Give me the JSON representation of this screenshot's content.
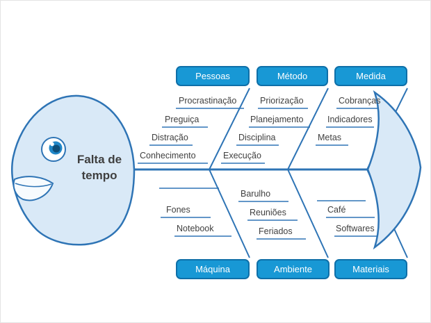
{
  "diagram": {
    "type": "fishbone",
    "head": {
      "line1": "Falta de",
      "line2": "tempo"
    },
    "top_categories": [
      {
        "label": "Pessoas",
        "items": [
          "Procrastinação",
          "Preguiça",
          "Distração",
          "Conhecimento"
        ]
      },
      {
        "label": "Método",
        "items": [
          "Priorização",
          "Planejamento",
          "Disciplina",
          "Execução"
        ]
      },
      {
        "label": "Medida",
        "items": [
          "Cobranças",
          "Indicadores",
          "Metas"
        ]
      }
    ],
    "bottom_categories": [
      {
        "label": "Máquina",
        "items": [
          "",
          "Fones",
          "Notebook"
        ]
      },
      {
        "label": "Ambiente",
        "items": [
          "Barulho",
          "Reuniões",
          "Feriados"
        ]
      },
      {
        "label": "Materiais",
        "items": [
          "",
          "Café",
          "Softwares"
        ]
      }
    ],
    "colors": {
      "category_fill": "#1898D5",
      "category_border": "#0E6FA8",
      "fish_outline": "#2E74B5",
      "fish_fill": "#D9E9F7",
      "bone_line": "#2E74B5",
      "label_text": "#3F3F3F",
      "category_text": "#FFFFFF"
    }
  }
}
